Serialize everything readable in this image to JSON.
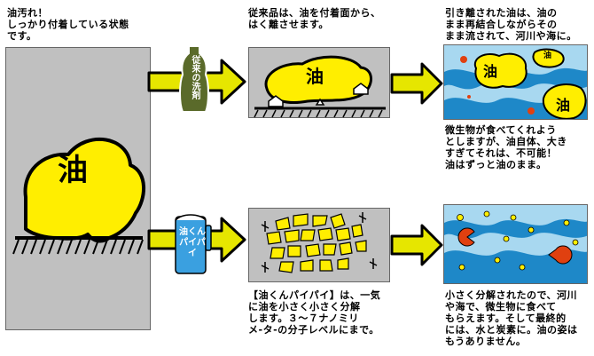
{
  "captions": {
    "stuck": "油汚れ！\nしっかり付着している状態\nです。",
    "conventional": "従来品は、油を付着面から、\nはく離させます。",
    "peeled": "引き離された油は、油の\nまま再結合しながらその\nまま流されて、河川や海に。",
    "microbes_fail": "微生物が食べてくれよう\nとしますが、油自体、大き\nすぎてそれは、不可能！\n油はずっと油のまま。",
    "product_desc": "【油くんパイパイ】は、一気\nに油を小さく小さく分解\nします。３～７ナノミリ\nメ-タ-の分子レベルにまで。",
    "decomposed": "小さく分解されたので、河川\nや海で、微生物に食べて\nもらえます。そして最終的\nには、水と炭素に。油の姿は\nもうありません。"
  },
  "labels": {
    "oil_big": "油",
    "oil_mid": "油",
    "oil_small": "油",
    "oil_small2": "油",
    "oil_sea": "油",
    "bottle_conventional": "従来の洗剤",
    "bottle_product": "油くん\nパイパイ"
  },
  "colors": {
    "oil_yellow": "#ffee00",
    "arrow_fill": "#e6e600",
    "panel_gray": "#c0c0c0",
    "water_light": "#a8d8f0",
    "water_deep": "#1e88c8",
    "bottle_olive": "#5a6a2a",
    "bottle_blue": "#3aa0e0",
    "microbe_red": "#e04010"
  }
}
